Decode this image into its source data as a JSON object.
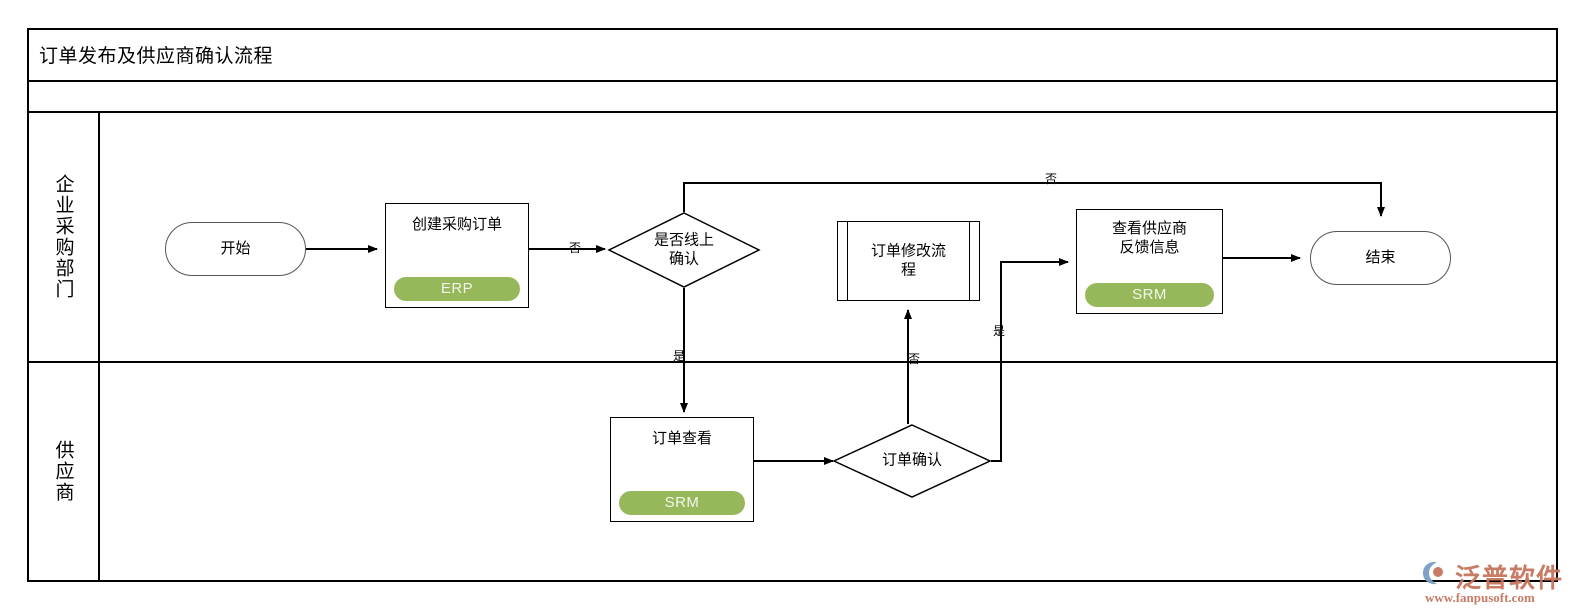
{
  "diagram": {
    "title": "订单发布及供应商确认流程",
    "type": "swimlane-flowchart",
    "lanes": [
      {
        "id": "lane-enterprise",
        "label": "企业采购部门"
      },
      {
        "id": "lane-supplier",
        "label": "供应商"
      }
    ],
    "nodes": [
      {
        "id": "start",
        "label": "开始",
        "shape": "terminator",
        "lane": "lane-enterprise",
        "badge": null
      },
      {
        "id": "create-po",
        "label": "创建采购订单",
        "shape": "process",
        "lane": "lane-enterprise",
        "badge": "ERP"
      },
      {
        "id": "online-conf",
        "label": "是否线上\n确认",
        "line1": "是否线上",
        "line2": "确认",
        "shape": "decision",
        "lane": "lane-enterprise",
        "badge": null
      },
      {
        "id": "order-modify",
        "label": "订单修改流\n程",
        "line1": "订单修改流",
        "line2": "程",
        "shape": "subprocess",
        "lane": "lane-enterprise",
        "badge": null
      },
      {
        "id": "view-feedback",
        "label": "查看供应商\n反馈信息",
        "line1": "查看供应商",
        "line2": "反馈信息",
        "shape": "process",
        "lane": "lane-enterprise",
        "badge": "SRM"
      },
      {
        "id": "end",
        "label": "结束",
        "shape": "terminator",
        "lane": "lane-enterprise",
        "badge": null
      },
      {
        "id": "order-view",
        "label": "订单查看",
        "shape": "process",
        "lane": "lane-supplier",
        "badge": "SRM"
      },
      {
        "id": "order-confirm",
        "label": "订单确认",
        "shape": "decision",
        "lane": "lane-supplier",
        "badge": null
      }
    ],
    "edges": [
      {
        "from": "start",
        "to": "create-po",
        "label": ""
      },
      {
        "from": "create-po",
        "to": "online-conf",
        "label": "否"
      },
      {
        "from": "online-conf",
        "to": "order-view",
        "label": "是"
      },
      {
        "from": "online-conf",
        "to": "end",
        "label": "否"
      },
      {
        "from": "order-view",
        "to": "order-confirm",
        "label": ""
      },
      {
        "from": "order-confirm",
        "to": "order-modify",
        "label": "否"
      },
      {
        "from": "order-confirm",
        "to": "view-feedback",
        "label": "是"
      },
      {
        "from": "view-feedback",
        "to": "end",
        "label": ""
      }
    ],
    "edge_labels": {
      "create_to_decision": "否",
      "decision_no_top": "否",
      "decision_yes_down": "是",
      "confirm_no": "否",
      "confirm_yes": "是"
    },
    "colors": {
      "badge_fill": "#97b85a",
      "badge_text": "#f2f6ea",
      "stroke": "#000000",
      "background": "#ffffff",
      "watermark": "#c6755e"
    }
  },
  "watermark": {
    "brand": "泛普软件",
    "url": "www.fanpusoft.com"
  }
}
